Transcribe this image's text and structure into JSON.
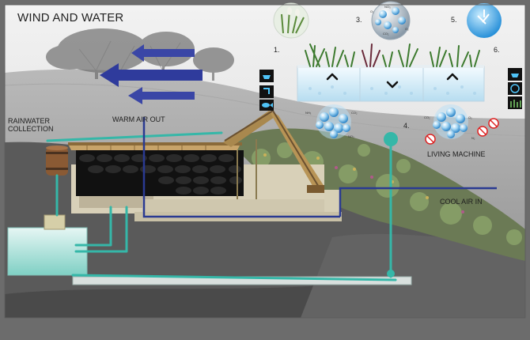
{
  "title": "WIND AND WATER",
  "labels": {
    "rainwater_line1": "RAINWATER",
    "rainwater_line2": "COLLECTION",
    "warm_air_out": "WARM AIR OUT",
    "cool_air_in": "COOL AIR IN",
    "living_machine": "LIVING MACHINE"
  },
  "steps": [
    "1.",
    "3.",
    "4.",
    "5.",
    "6."
  ],
  "molecules": {
    "top": [
      "NO₃",
      "O₂",
      "CO₂",
      "O₂"
    ],
    "left": [
      "NH₃",
      "CO₂",
      "NO₃"
    ],
    "right": [
      "CO₂",
      "O₂",
      "N₂"
    ]
  },
  "colors": {
    "teal_pipe": "#35b7a8",
    "blue_air": "#2a3a92",
    "arrow_blue": "#2f3b9c",
    "ground": "#555555",
    "frame": "#6c6c6c"
  },
  "icons": {
    "wind_arrows": [
      "arrow-left-icon",
      "arrow-left-icon",
      "arrow-left-icon"
    ],
    "left_panel": [
      "sink-icon",
      "faucet-icon",
      "fish-icon"
    ],
    "right_panel": [
      "sink-icon",
      "globe-icon",
      "plant-icon"
    ],
    "tank_arrows": [
      "chevron-up-icon",
      "chevron-down-icon",
      "chevron-up-icon"
    ],
    "prohibited": [
      "no-smell-icon",
      "no-smell-icon",
      "no-smell-icon"
    ]
  }
}
